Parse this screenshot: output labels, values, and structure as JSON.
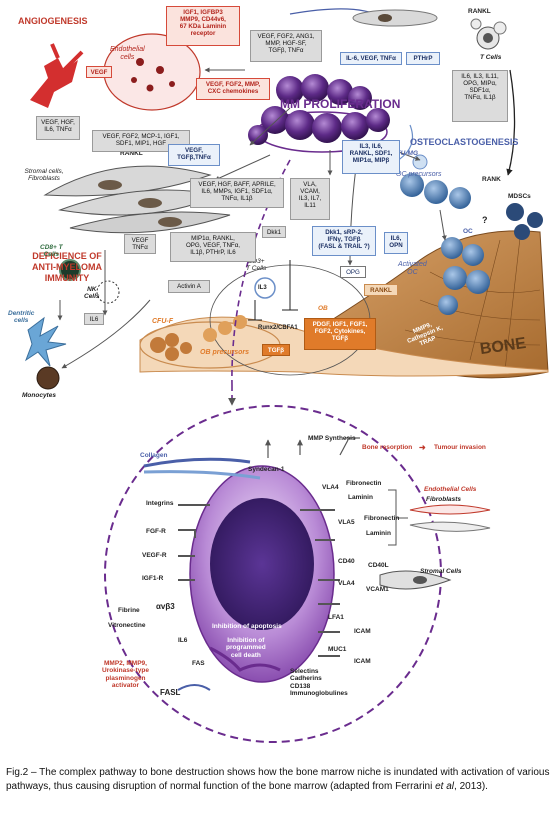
{
  "headings": {
    "angiogenesis": "ANGIOGENESIS",
    "mm_proliferation": "MM PROLIFERATION",
    "osteoclastogenesis": "OSTEOCLASTOGENESIS",
    "deficience": "DEFICIENCE OF\nANTI-MYELOMA\nIMMUNITY",
    "bone": "BONE"
  },
  "cells": {
    "endothelial": "Endothelial\ncells",
    "stromal": "Stromal cells,\nFibroblasts",
    "rankl_top": "RANKL",
    "t_cells": "T Cells",
    "rankl_stromal": "RANKL",
    "cd8": "CD8+ T\nCells",
    "nk": "NK\nCells",
    "dendritic": "Dentritic\ncells",
    "monocytes": "Monocytes",
    "cfu_mg": "CFU-MG",
    "oc_precursors": "OC precursors",
    "rank": "RANK",
    "mdscs": "MDSCs",
    "oc": "OC",
    "activated_oc": "Activated\nOC",
    "cd3": "CD3+\nT Cells",
    "cfu_f": "CFU-F",
    "ob_precursors": "OB precursors",
    "ob": "OB",
    "question": "?"
  },
  "boxes": {
    "igf1_box": "IGF1, IGFBP3\nMMP9, CD44v6,\n67 KDa Laminin\nreceptor",
    "vegf_red": "VEGF",
    "vegf_fgf2_mmp": "VEGF, FGF2, MMP,\nCXC chemokines",
    "vegf_fgf2_ang1": "VEGF, FGF2, ANG1,\nMMP, HGF-SF,\nTGFβ, TNFα",
    "il6_vegf_tnfa": "IL-6, VEGF, TNFα",
    "pthrp": "PTHrP",
    "tcell_cytokines": "IL6, IL3, IL11,\nOPG, MIPα,\nSDF1α,\nTNFα, IL1β",
    "vegf_hgf_left": "VEGF, HGF,\nIL6, TNFα",
    "vegf_fgf2_mcp1": "VEGF, FGF2, MCP-1, IGF1,\nSDF1, MIP1, HGF",
    "il3_il6_rankl": "IL3, IL6,\nRANKL, SDF1,\nMIP1α, MIPβ",
    "vegf_tgfb": "VEGF,\nTGFβ,TNFα",
    "vegf_hgf_baff": "VEGF, HGF, BAFF, APRILE,\nIL6, MMPs, IGF1, SDF1α,\nTNFα, IL1β",
    "vla_vcam": "VLA,\nVCAM,\nIL3, IL7,\nIL11",
    "vegf_tnfa_small": "VEGF\nTNFα",
    "mip1a_rankl": "MIP1α, RANKL,\nOPG, VEGF, TNFα,\nIL1β, PTHrP, IL6",
    "dkk1": "Dkk1",
    "dkk1_srp2": "Dkk1, sRP-2,\nIFNγ, TGFβ\n(FASL & TRAIL ?)",
    "il6_opn": "IL6,\nOPN",
    "opg": "OPG",
    "rankl_ob": "RANKL",
    "il6_small": "IL6",
    "activin": "Activin A",
    "il3_circle": "IL3",
    "runx2": "Runx2/CBFA1",
    "tgfb_small": "TGFβ",
    "pdgf_box": "PDGF, IGF1, FGF1,\nFGF2, Cytokines,\nTGFβ",
    "mmp9_box": "MMP9,\nCathepsin K,\nTRAP"
  },
  "niche": {
    "collagen": "Collagen",
    "syndecan": "Syndecan-1",
    "mmp_synthesis": "MMP Synthesis",
    "bone_resorption": "Bone resorption",
    "arrow_symbol": "➜",
    "tumour_invasion": "Tumour invasion",
    "vla4_top": "VLA4",
    "fibronectin_1": "Fibronectin",
    "laminin_1": "Laminin",
    "endothelial_cells": "Endothelial Cells",
    "fibroblasts": "Fibroblasts",
    "integrins": "Integrins",
    "vla5": "VLA5",
    "fibronectin_2": "Fibronectin",
    "laminin_2": "Laminin",
    "fgfr": "FGF-R",
    "vegfr": "VEGF-R",
    "igf1r": "IGF1-R",
    "cd40": "CD40",
    "cd40l": "CD40L",
    "vla4_mid": "VLA4",
    "vcam1": "VCAM1",
    "stromal_cells": "Stromal Cells",
    "fibrine": "Fibrine",
    "avb3": "αvβ3",
    "vitronectine": "Vitronectine",
    "lfa1": "LFA1",
    "icam_1": "ICAM",
    "muc1": "MUC1",
    "icam_2": "ICAM",
    "il6": "IL6",
    "inhibition_apoptosis": "Inhibition of apoptosis",
    "inhibition_pcd": "Inhibition of\nprogrammed\ncell death",
    "mmp2_box": "MMP2, MMP9,\nUrokinase-type\nplasminogen\nactivator",
    "fas": "FAS",
    "fasl": "FASL",
    "selectins": "Selectins\nCadherins\nCD138\nImmunoglobulines"
  },
  "caption": {
    "line": "Fig.2 – The complex pathway to bone destruction shows how the bone marrow niche is inundated with activation of various pathways, thus causing disruption of normal function of the bone marrow (adapted from Ferrarini ",
    "etal": "et al",
    "end": ", 2013)."
  },
  "colors": {
    "red": "#c0392b",
    "purple": "#6a2c8e",
    "blue": "#4a5fa8",
    "bone": "#c98b4f",
    "orange": "#e07b2a"
  }
}
